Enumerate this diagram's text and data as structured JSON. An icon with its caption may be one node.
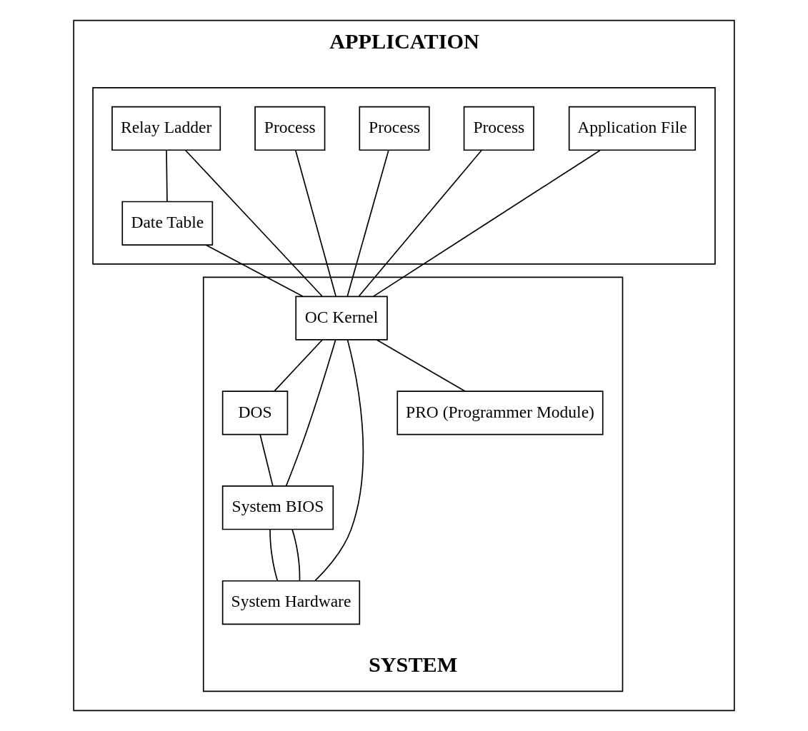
{
  "diagram": {
    "nodes": [
      {
        "text": [
          "APPLICATION"
        ]
      },
      {
        "text": [],
        "shape": "box",
        "in": 0
      },
      {
        "text": [
          "Relay Ladder"
        ],
        "in": 1
      },
      {
        "text": [
          "Date Table"
        ],
        "in": 1
      },
      {
        "text": [
          "Process"
        ],
        "in": 1
      },
      {
        "text": [
          "Process"
        ],
        "in": 1
      },
      {
        "text": [
          "Process"
        ],
        "in": 1
      },
      {
        "text": [
          "Application File"
        ],
        "in": 1
      },
      {
        "text": [
          "SYSTEM"
        ],
        "in": 0
      },
      {
        "text": [
          "OC Kernel"
        ],
        "in": 8
      },
      {
        "text": [
          "DOS"
        ],
        "in": 8
      },
      {
        "text": [
          "System BIOS"
        ],
        "in": 8
      },
      {
        "text": [
          "System Hardware"
        ],
        "in": 8
      },
      {
        "text": [
          "PRO (Programmer Module)"
        ],
        "in": 8
      }
    ],
    "edges": [
      {
        "from": 2,
        "to": 3,
        "arrow": "none"
      },
      {
        "from": 2,
        "to": 9,
        "arrow": "none"
      },
      {
        "from": 3,
        "to": 9,
        "arrow": "none"
      },
      {
        "from": 4,
        "to": 9,
        "arrow": "none"
      },
      {
        "from": 5,
        "to": 9,
        "arrow": "none"
      },
      {
        "from": 6,
        "to": 9,
        "arrow": "none"
      },
      {
        "from": 7,
        "to": 9,
        "arrow": "none"
      },
      {
        "from": 9,
        "to": 13,
        "arrow": "none"
      },
      {
        "from": 9,
        "to": 12,
        "arrow": "none"
      },
      {
        "from": 9,
        "to": 11,
        "arrow": "none"
      },
      {
        "from": 9,
        "to": 10,
        "arrow": "none"
      },
      {
        "from": 10,
        "to": 11,
        "arrow": "none"
      },
      {
        "from": 11,
        "to": 12,
        "arrow": "none"
      },
      {
        "from": 11,
        "to": 12,
        "arrow": "none"
      }
    ]
  }
}
